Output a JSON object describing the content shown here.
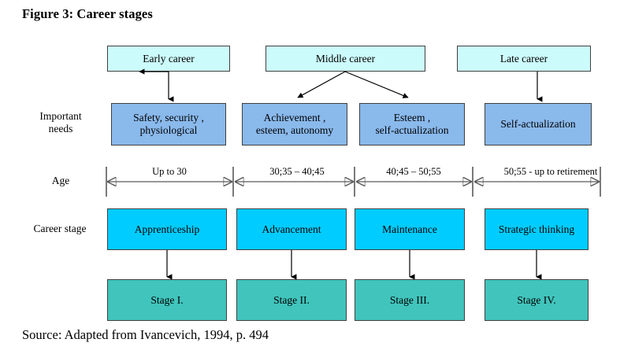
{
  "figure": {
    "title": "Figure 3: Career stages",
    "source": "Source: Adapted from Ivancevich, 1994, p. 494"
  },
  "colors": {
    "stage_top_fill": "#ccfbfb",
    "needs_fill": "#8ab9ec",
    "career_fill": "#00ccff",
    "stage_number_fill": "#40c4bc",
    "box_border": "#404040",
    "connector": "#000000",
    "axis": "#595959"
  },
  "row_labels": {
    "important_needs": "Important\nneeds",
    "age": "Age",
    "career_stage": "Career stage"
  },
  "career_phases": [
    {
      "label": "Early career"
    },
    {
      "label": "Middle career"
    },
    {
      "label": "Late career"
    }
  ],
  "important_needs": [
    {
      "label": "Safety, security ,\nphysiological"
    },
    {
      "label": "Achievement ,\nesteem, autonomy"
    },
    {
      "label": "Esteem ,\nself-actualization"
    },
    {
      "label": "Self-actualization"
    }
  ],
  "age_ranges": [
    {
      "label": "Up to 30"
    },
    {
      "label": "30;35 – 40;45"
    },
    {
      "label": "40;45 – 50;55"
    },
    {
      "label": "50;55 -  up to retirement"
    }
  ],
  "career_stages": [
    {
      "label": "Apprenticeship"
    },
    {
      "label": "Advancement"
    },
    {
      "label": "Maintenance"
    },
    {
      "label": "Strategic thinking"
    }
  ],
  "stage_numbers": [
    {
      "label": "Stage I."
    },
    {
      "label": "Stage II."
    },
    {
      "label": "Stage III."
    },
    {
      "label": "Stage IV."
    }
  ]
}
